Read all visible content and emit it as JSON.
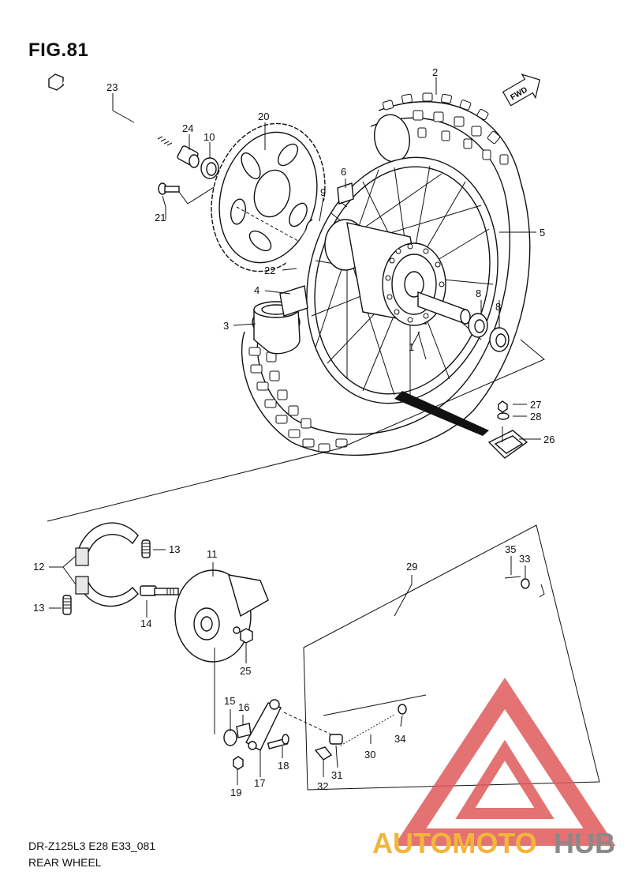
{
  "figure": {
    "title": "FIG.81",
    "model_code": "DR-Z125L3 E28 E33_081",
    "name": "REAR WHEEL"
  },
  "fwd_arrow": {
    "label": "FWD"
  },
  "watermark": {
    "text_part1": "AUTOMOTO",
    "text_part2": "HUB",
    "colors": {
      "part1": "#f2b53a",
      "part2": "#8a8a8a",
      "logo": "#e05a5a"
    }
  },
  "callouts": {
    "n1": "1",
    "n2": "2",
    "n3": "3",
    "n4": "4",
    "n5": "5",
    "n6": "6",
    "n8a": "8",
    "n8b": "8",
    "n9": "9",
    "n10": "10",
    "n11": "11",
    "n12": "12",
    "n13a": "13",
    "n13b": "13",
    "n14": "14",
    "n15": "15",
    "n16": "16",
    "n17": "17",
    "n18": "18",
    "n19": "19",
    "n20": "20",
    "n21": "21",
    "n22": "22",
    "n23": "23",
    "n24": "24",
    "n25": "25",
    "n26": "26",
    "n27": "27",
    "n28": "28",
    "n29": "29",
    "n30": "30",
    "n31": "31",
    "n32": "32",
    "n33": "33",
    "n34": "34",
    "n35": "35"
  }
}
